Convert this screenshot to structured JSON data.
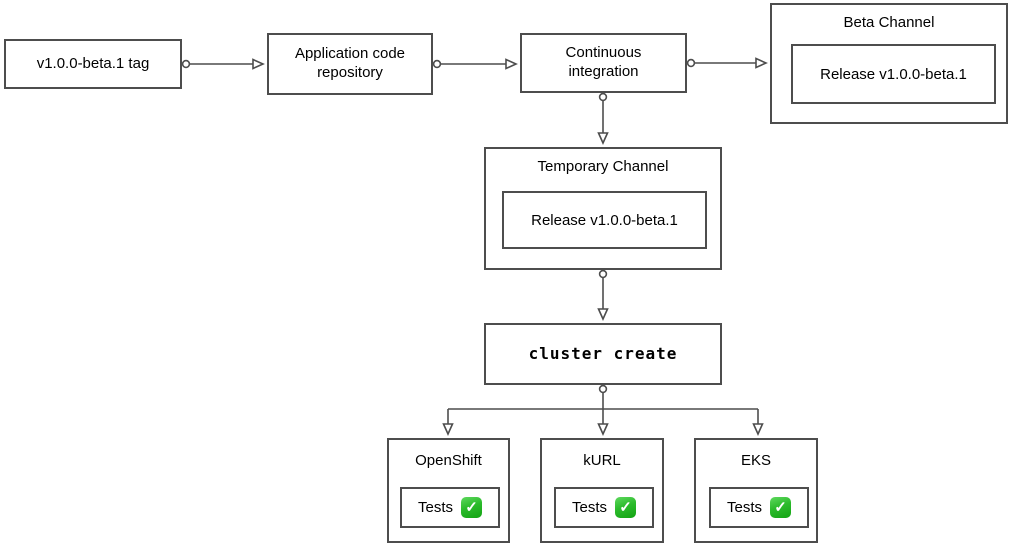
{
  "colors": {
    "border": "#4d4d4d",
    "background": "#ffffff",
    "text": "#000000",
    "check_green": "#12a312"
  },
  "icons": {
    "check_glyph": "✓",
    "check_name": "check-mark-button"
  },
  "nodes": {
    "tag": {
      "label": "v1.0.0-beta.1 tag"
    },
    "app_repo": {
      "label": "Application code repository"
    },
    "ci": {
      "label": "Continuous integration"
    },
    "beta_channel": {
      "title": "Beta Channel",
      "release_label": "Release v1.0.0-beta.1"
    },
    "temp_channel": {
      "title": "Temporary Channel",
      "release_label": "Release v1.0.0-beta.1"
    },
    "cluster_create": {
      "label": "cluster create"
    },
    "test_environments": [
      {
        "title": "OpenShift",
        "tests_label": "Tests",
        "status": "passed"
      },
      {
        "title": "kURL",
        "tests_label": "Tests",
        "status": "passed"
      },
      {
        "title": "EKS",
        "tests_label": "Tests",
        "status": "passed"
      }
    ]
  }
}
